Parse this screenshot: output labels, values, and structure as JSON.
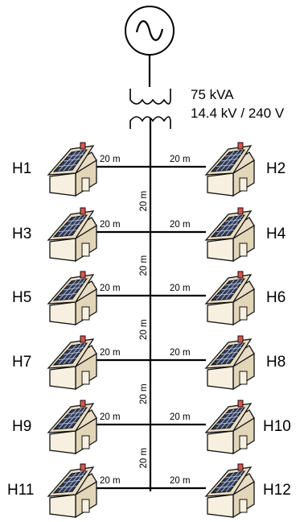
{
  "transformer": {
    "rating": "75 kVA",
    "voltage": "14.4 kV / 240 V"
  },
  "segment_length": "20 m",
  "houses": [
    {
      "label": "H1",
      "side": "left",
      "row": 0,
      "drop": "20 m"
    },
    {
      "label": "H2",
      "side": "right",
      "row": 0,
      "drop": "20 m"
    },
    {
      "label": "H3",
      "side": "left",
      "row": 1,
      "drop": "20 m"
    },
    {
      "label": "H4",
      "side": "right",
      "row": 1,
      "drop": "20 m"
    },
    {
      "label": "H5",
      "side": "left",
      "row": 2,
      "drop": "20 m"
    },
    {
      "label": "H6",
      "side": "right",
      "row": 2,
      "drop": "20 m"
    },
    {
      "label": "H7",
      "side": "left",
      "row": 3,
      "drop": "20 m"
    },
    {
      "label": "H8",
      "side": "right",
      "row": 3,
      "drop": "20 m"
    },
    {
      "label": "H9",
      "side": "left",
      "row": 4,
      "drop": "20 m"
    },
    {
      "label": "H10",
      "side": "right",
      "row": 4,
      "drop": "20 m"
    },
    {
      "label": "H11",
      "side": "left",
      "row": 5,
      "drop": "20 m"
    },
    {
      "label": "H12",
      "side": "right",
      "row": 5,
      "drop": "20 m"
    }
  ],
  "feeder_segments": [
    "20 m",
    "20 m",
    "20 m",
    "20 m",
    "20 m"
  ],
  "colors": {
    "roof": "#e9dcc4",
    "wall": "#f7f0e0",
    "wall_shade": "#e2d5b8",
    "panel": "#2f3a57",
    "panel_grid": "#c9d2e6",
    "chimney": "#d9534f",
    "outline": "#111111"
  }
}
